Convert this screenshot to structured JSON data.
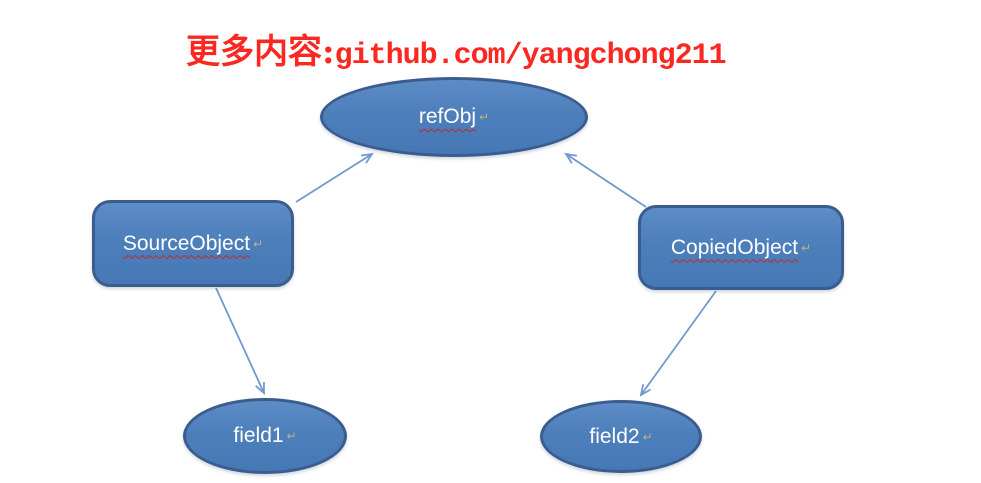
{
  "header": {
    "prefix": "更多内容:",
    "url": "github.com/yangchong211",
    "color": "#fa2820"
  },
  "diagram": {
    "nodes": [
      {
        "id": "refObj",
        "label": "refObj",
        "shape": "ellipse",
        "misspelled_underline": true
      },
      {
        "id": "SourceObject",
        "label": "SourceObject",
        "shape": "rounded-rectangle",
        "misspelled_underline": true
      },
      {
        "id": "CopiedObject",
        "label": "CopiedObject",
        "shape": "rounded-rectangle",
        "misspelled_underline": true
      },
      {
        "id": "field1",
        "label": "field1",
        "shape": "ellipse",
        "misspelled_underline": false
      },
      {
        "id": "field2",
        "label": "field2",
        "shape": "ellipse",
        "misspelled_underline": false
      }
    ],
    "edges": [
      {
        "from": "SourceObject",
        "to": "refObj"
      },
      {
        "from": "CopiedObject",
        "to": "refObj"
      },
      {
        "from": "SourceObject",
        "to": "field1"
      },
      {
        "from": "CopiedObject",
        "to": "field2"
      }
    ],
    "colors": {
      "shape_fill": "#4f81bd",
      "shape_border": "#3b5d8e",
      "arrow": "#7199cf",
      "label_text": "#ffffff",
      "squiggle": "#c42626"
    },
    "paragraph_mark": "↵"
  }
}
